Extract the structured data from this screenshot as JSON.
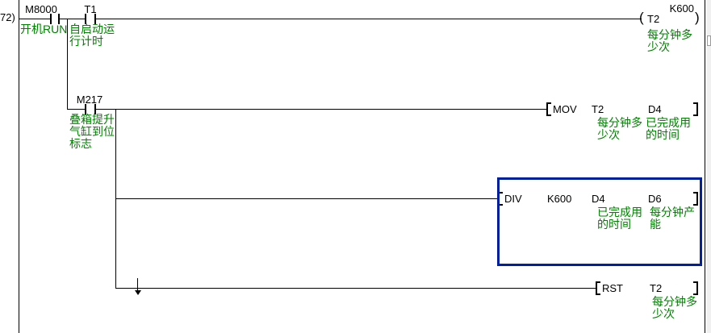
{
  "colors": {
    "comment": "#008000",
    "device": "#000000",
    "wire": "#000000",
    "selection_box": "#0020a0"
  },
  "step_number": "72)",
  "symbols": {
    "coil_open": "(",
    "coil_close": ")"
  },
  "rung_main": {
    "contact_m8000": {
      "device": "M8000",
      "comment": "开机RUN"
    },
    "contact_t1": {
      "device": "T1",
      "comment": "自启动运\n行计时"
    },
    "coil_t2": {
      "preset": "K600",
      "device": "T2",
      "comment": "每分钟多\n少次"
    }
  },
  "rung_m217": {
    "contact_m217": {
      "device": "M217",
      "comment": "叠箱提升\n气缸到位\n标志"
    },
    "mov": {
      "mnemonic": "MOV",
      "operand1": {
        "name": "T2",
        "comment": "每分钟多\n少次"
      },
      "operand2": {
        "name": "D4",
        "comment": "已完成用\n的时间"
      }
    }
  },
  "rung_div": {
    "div": {
      "mnemonic": "DIV",
      "operand1": {
        "name": "K600"
      },
      "operand2": {
        "name": "D4",
        "comment": "已完成用\n的时间"
      },
      "operand3": {
        "name": "D6",
        "comment": "每分钟产\n能"
      }
    }
  },
  "rung_rst": {
    "rst": {
      "mnemonic": "RST",
      "operand1": {
        "name": "T2",
        "comment": "每分钟多\n少次"
      }
    }
  }
}
